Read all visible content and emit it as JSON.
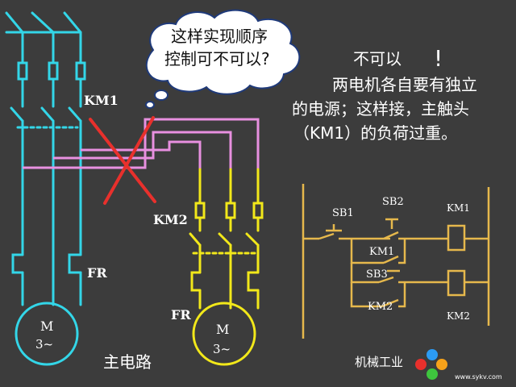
{
  "thought_bubble": {
    "line1": "这样实现顺序",
    "line2": "控制可不可以?"
  },
  "answer": {
    "no_text": "不可以",
    "exclaim": "!",
    "line1": "两电机各自要有独立",
    "line2": "的电源；这样接，主触头",
    "line3": "（KM1）的负荷过重。"
  },
  "main_circuit": {
    "km1_label": "KM1",
    "km2_label": "KM2",
    "fr_label_left": "FR",
    "fr_label_right": "FR",
    "motor1": {
      "m": "M",
      "phase": "3~"
    },
    "motor2": {
      "m": "M",
      "phase": "3~"
    },
    "caption": "主电路"
  },
  "control_circuit": {
    "sb1": "SB1",
    "sb2": "SB2",
    "sb3": "SB3",
    "km1_contact": "KM1",
    "km2_contact": "KM2",
    "coil_km1": "KM1",
    "coil_km2": "KM2"
  },
  "watermark": {
    "text": "机械工业",
    "site": "www.sykv.com"
  },
  "colors": {
    "background": "#3c3c3c",
    "cyan": "#33d6e8",
    "pink": "#e890e0",
    "yellow": "#f2e81a",
    "control": "#e6b84c",
    "cross": "#e8302c",
    "text_white": "#ffffff"
  }
}
